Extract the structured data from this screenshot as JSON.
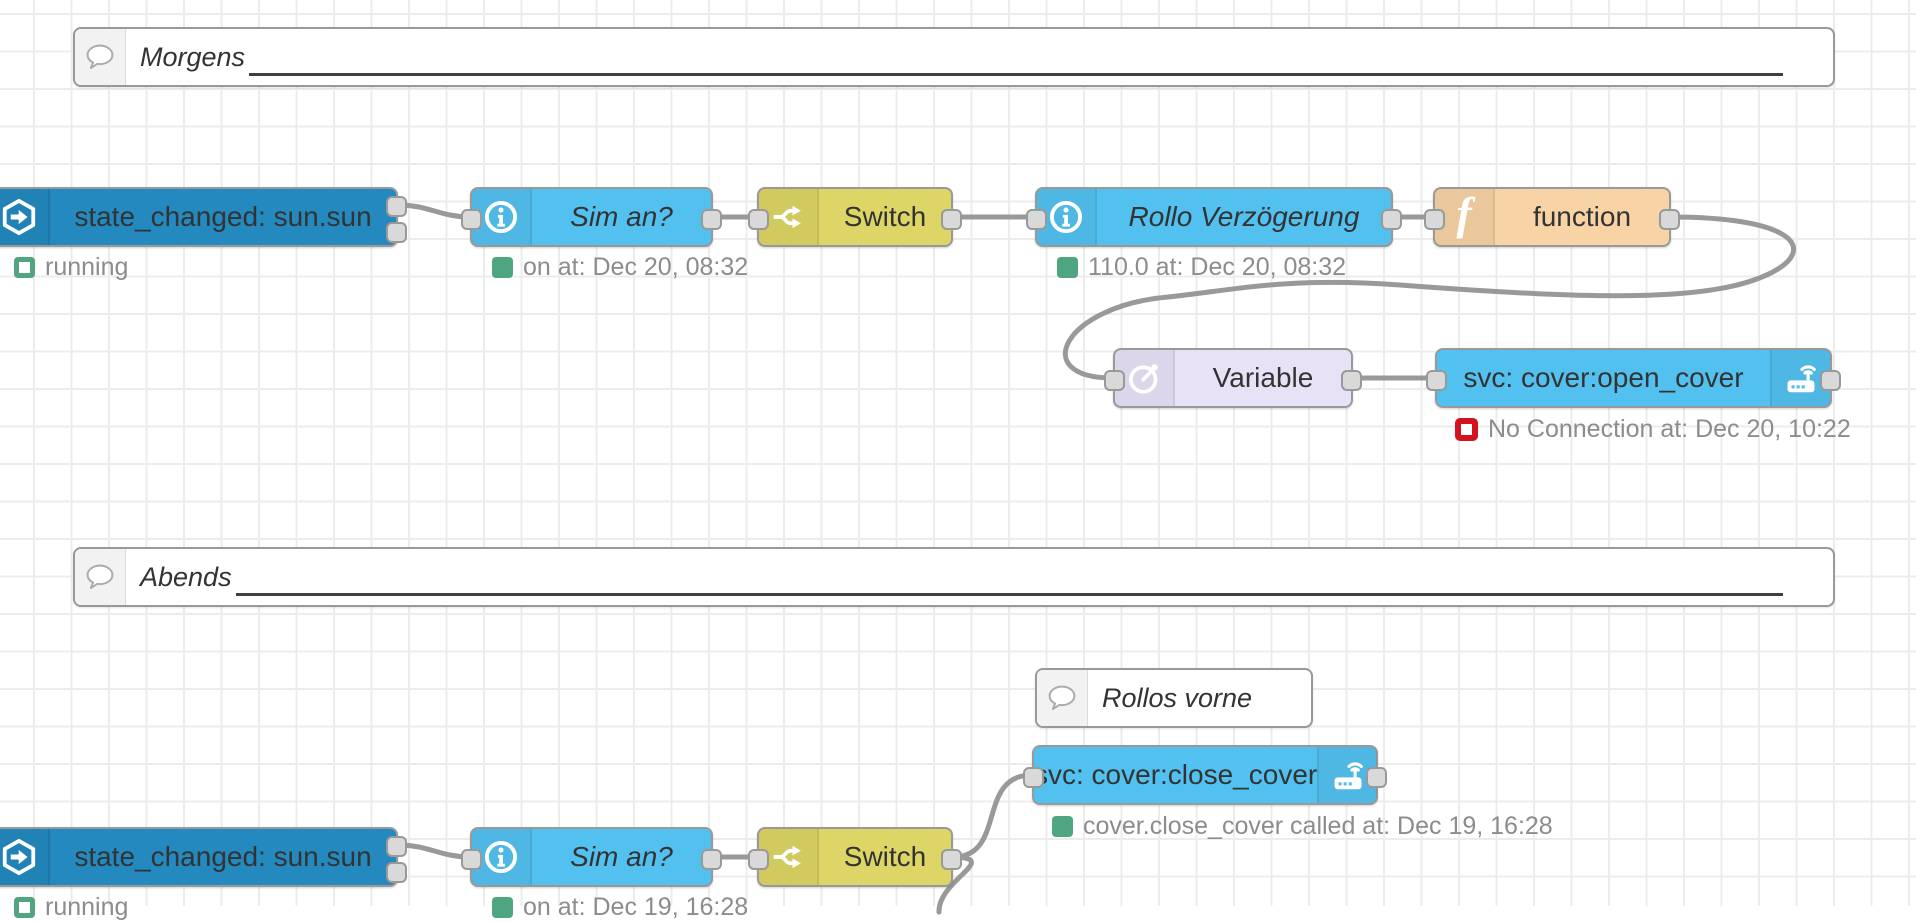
{
  "colors": {
    "event_node_blue": "#2389bf",
    "ha_light_blue": "#53c1f0",
    "switch_yellow": "#ddd565",
    "function_orange": "#f8d3a5",
    "delay_purple": "#e7e2f6",
    "status_green": "#4fa57f",
    "status_red": "#d3131e",
    "wire_gray": "#999999",
    "label_dark": "#333333",
    "status_text_gray": "#8c8c8c"
  },
  "comments": {
    "morgens": "Morgens",
    "abends": "Abends",
    "rollos_vorne": "Rollos vorne"
  },
  "morgens_flow": {
    "state_changed": {
      "label": "state_changed: sun.sun",
      "status": "running"
    },
    "sim_an": {
      "label": "Sim an?",
      "status": "on at: Dec 20, 08:32"
    },
    "switch": {
      "label": "Switch"
    },
    "rollo_verzoegerung": {
      "label": "Rollo Verzögerung",
      "status": "110.0 at: Dec 20, 08:32"
    },
    "function": {
      "label": "function"
    },
    "variable": {
      "label": "Variable"
    },
    "open_cover": {
      "label": "svc: cover:open_cover",
      "status": "No Connection at: Dec 20, 10:22"
    }
  },
  "abends_flow": {
    "close_cover": {
      "label": "svc: cover:close_cover",
      "status": "cover.close_cover called at: Dec 19, 16:28"
    },
    "state_changed": {
      "label": "state_changed: sun.sun",
      "status": "running"
    },
    "sim_an": {
      "label": "Sim an?",
      "status": "on at: Dec 19, 16:28"
    },
    "switch": {
      "label": "Switch"
    }
  }
}
